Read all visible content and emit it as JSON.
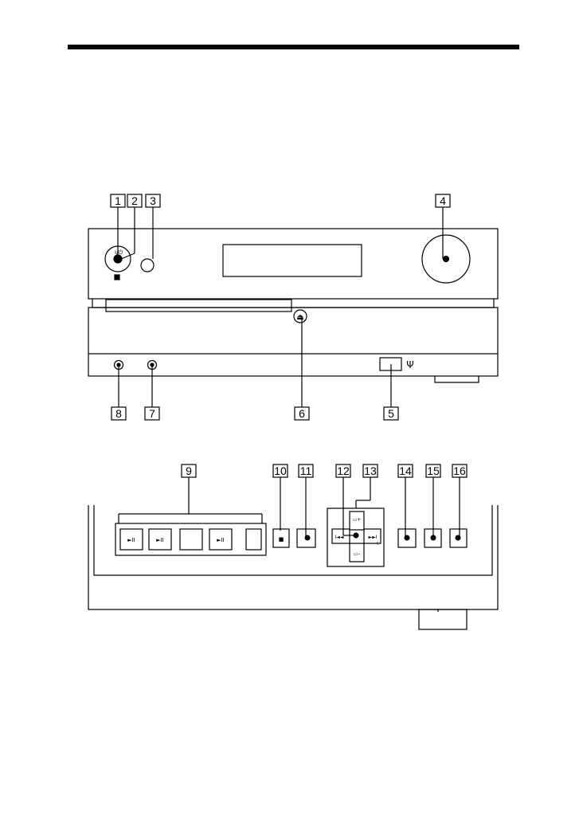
{
  "header_rule": "",
  "callouts": {
    "c1": "1",
    "c2": "2",
    "c3": "3",
    "c4": "4",
    "c5": "5",
    "c6": "6",
    "c7": "7",
    "c8": "8",
    "c9": "9",
    "c10": "10",
    "c11": "11",
    "c12": "12",
    "c13": "13",
    "c14": "14",
    "c15": "15",
    "c16": "16"
  },
  "symbols": {
    "power": "I/⏻",
    "eject": "⏏",
    "usb": "Ψ",
    "play_pause": "►II",
    "stop": "■",
    "prev": "I◄◄",
    "next": "►►I",
    "minus": "–",
    "plus": "+",
    "folder_plus": "▭+",
    "folder_minus": "▭–"
  }
}
